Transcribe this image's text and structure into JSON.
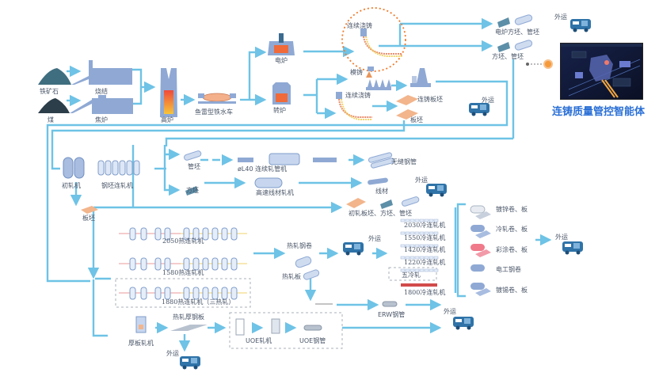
{
  "diagram": {
    "title": "钢铁生产工艺流程图",
    "colors": {
      "flow_line": "#6ec3e6",
      "equipment": "#8fa9d4",
      "equipment_dark": "#3b6b8f",
      "slab": "#f2b58c",
      "highlight_circle": "#f07b2c",
      "highlight_text": "#2a6fd6",
      "hot_metal": "#f05a3a"
    },
    "raw_materials": {
      "iron_ore": "铁矿石",
      "coal": "煤",
      "sintering": "烧结",
      "coke_oven": "焦炉",
      "blast_furnace": "高炉",
      "torpedo_car": "鱼雷型铁水车"
    },
    "steelmaking": {
      "electric_furnace": "电炉",
      "converter": "转炉",
      "continuous_casting_top": "连续浇铸",
      "mold_casting": "模铸",
      "continuous_casting_bottom": "连续浇铸",
      "cc_slab": "连铸板坯",
      "slab": "板坯",
      "ef_billet_tube": "电炉方坯、管坯",
      "billet_tube": "方坯、管坯"
    },
    "highlight": {
      "label": "连铸质量管控智能体"
    },
    "rolling": {
      "roughing_mill": "初轧机",
      "billet_mill": "钢坯连轧机",
      "slab_label": "板坯",
      "tube_blank": "管坯",
      "square_billet": "方坯",
      "pipe_mill": "øL40 连续轧管机",
      "wire_mill": "高速线材轧机",
      "seamless_pipe": "无缝钢管",
      "wire_rod": "线材",
      "rolled_products": "初轧板坯、方坯、管坯"
    },
    "hot_strip": {
      "mill_2050": "2050热连轧机",
      "mill_1580": "1580热连轧机",
      "mill_1880": "1880热连轧机（三热轧）",
      "hot_coil": "热轧钢卷",
      "hot_plate": "热轧板",
      "erw_pipe": "ERW钢管"
    },
    "cold_mills": [
      "2030冷连轧机",
      "1550冷连轧机",
      "1420冷连轧机",
      "1220冷连轧机",
      "五冷轧",
      "1800冷连轧机"
    ],
    "cold_products": [
      "镀锌卷、板",
      "冷轧卷、板",
      "彩涂卷、板",
      "电工钢卷",
      "镀锡卷、板"
    ],
    "plate": {
      "plate_mill": "厚板轧机",
      "heavy_plate": "热轧厚钢板",
      "uoe_mill": "UOE轧机",
      "uoe_pipe": "UOE钢管"
    },
    "shipping": "外运"
  }
}
